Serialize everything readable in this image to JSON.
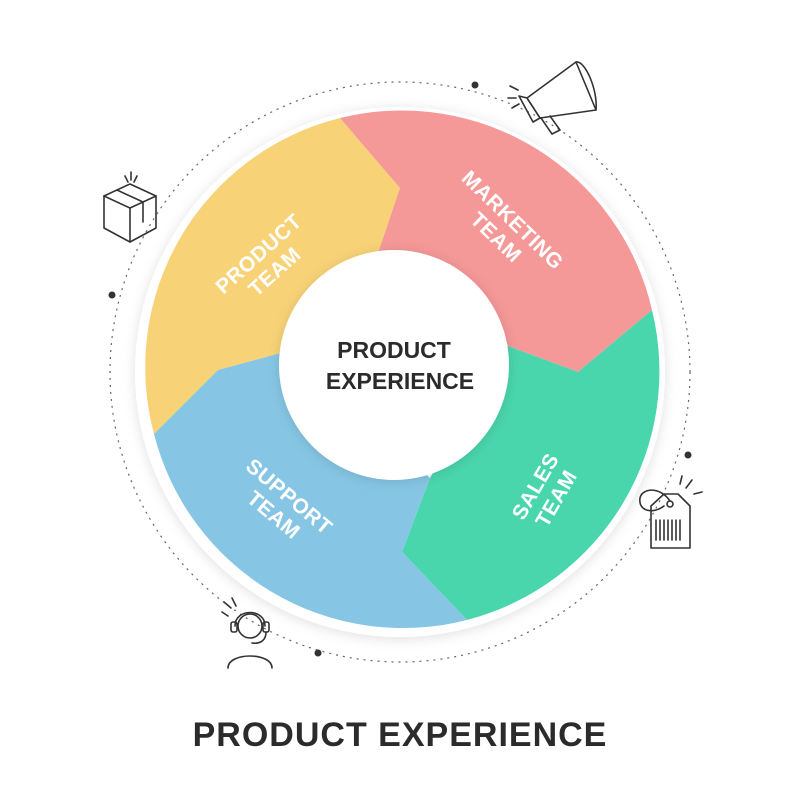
{
  "center": {
    "line1": "PRODUCT",
    "line2": "EXPERIENCE"
  },
  "segments": [
    {
      "id": "product",
      "line1": "PRODUCT",
      "line2": "TEAM",
      "color": "#f8d277"
    },
    {
      "id": "marketing",
      "line1": "MARKETING",
      "line2": "TEAM",
      "color": "#f49898"
    },
    {
      "id": "sales",
      "line1": "SALES",
      "line2": "TEAM",
      "color": "#4ad6ac"
    },
    {
      "id": "support",
      "line1": "SUPPORT",
      "line2": "TEAM",
      "color": "#86c6e4"
    }
  ],
  "icons": [
    "box-icon",
    "megaphone-icon",
    "price-tag-icon",
    "headset-user-icon"
  ],
  "footer": {
    "title": "PRODUCT EXPERIENCE"
  }
}
